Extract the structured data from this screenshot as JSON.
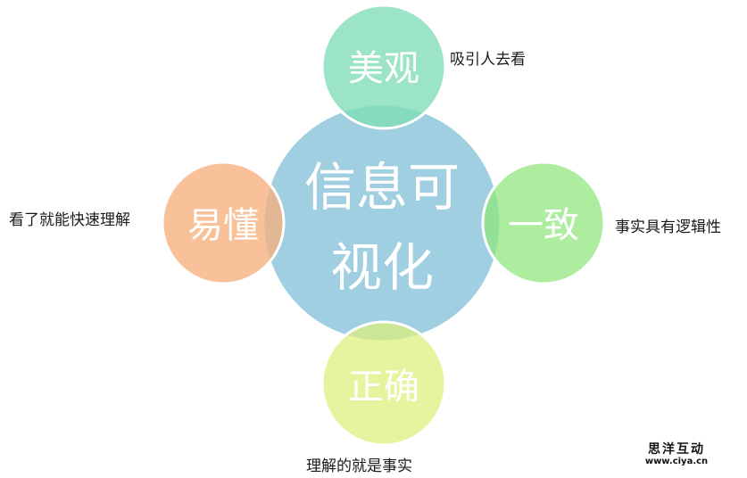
{
  "center": {
    "line1": "信息可",
    "line2": "视化",
    "color": "#9fcfe0"
  },
  "nodes": {
    "top": {
      "label": "美观",
      "note": "吸引人去看",
      "color": "#96e3c4"
    },
    "right": {
      "label": "一致",
      "note": "事实具有逻辑性",
      "color": "#a6ec94"
    },
    "bottom": {
      "label": "正确",
      "note": "理解的就是事实",
      "color": "#e2f192"
    },
    "left": {
      "label": "易懂",
      "note": "看了就能快速理解",
      "color": "#f8be94"
    }
  },
  "brand": {
    "name": "思洋互动",
    "url": "www.ciya.cn"
  }
}
